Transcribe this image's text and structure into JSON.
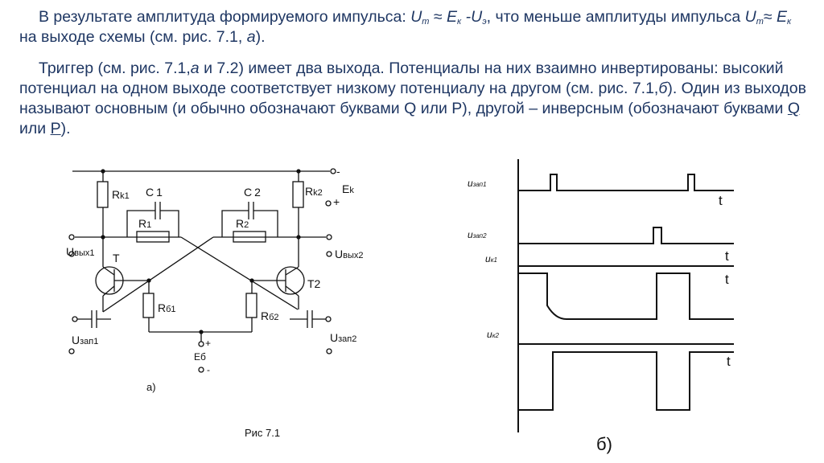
{
  "text": {
    "p1_part1": "В результате амплитуда формируемого импульса: ",
    "p1_Um": "U",
    "p1_m": "m",
    "p1_approx1": " ≈ ",
    "p1_Ek": "E",
    "p1_k": "к",
    "p1_minus": " -U",
    "p1_e": "э",
    "p1_part2": ", что меньше амплитуды импульса ",
    "p1_Um2": "U",
    "p1_m2": "m",
    "p1_approx2": "≈ ",
    "p1_Ek2": "E",
    "p1_k2": "к",
    "p1_part3": " на выходе схемы (см. рис. 7.1, ",
    "p1_a": "а",
    "p1_part4": ").",
    "p2_part1": "Триггер (см. рис. 7.1,",
    "p2_a": "а",
    "p2_part2": " и 7.2) имеет два выхода. Потенциалы на них взаимно инвертированы: высокий потенциал на одном выходе соответствует низкому потенциалу на другом (см. рис. 7.1,",
    "p2_b": "б",
    "p2_part3": "). Один из выходов называют основным (и обычно обозначают буквами Q или P), другой – инверсным (обозначают буквами ",
    "p2_Q": "Q",
    "p2_or": " или ",
    "p2_P": "P",
    "p2_part4": ")."
  },
  "circuit": {
    "Rk1": "R",
    "Rk1_sub": "k1",
    "C1": "C",
    "C1_sub": "1",
    "R1": "R",
    "R1_sub": "1",
    "C2": "C",
    "C2_sub": "2",
    "R2": "R",
    "R2_sub": "2",
    "Rk2": "R",
    "Rk2_sub": "k2",
    "Ek": "E",
    "Ek_sub": "k",
    "minus_top": "-",
    "plus_ek": "+",
    "Uvyx1": "U",
    "Uvyx1_sub": "вых1",
    "Uvyx2": "U",
    "Uvyx2_sub": "вых2",
    "T1": "T",
    "T2": "T2",
    "Rb1": "R",
    "Rb1_sub": "б1",
    "Rb2": "R",
    "Rb2_sub": "б2",
    "Uzap1": "U",
    "Uzap1_sub": "зап1",
    "Uzap2": "U",
    "Uzap2_sub": "зап2",
    "Eb": "Еб",
    "plus_eb": "+",
    "minus_eb": "-",
    "label_a": "а)",
    "caption": "Рис 7.1"
  },
  "timing": {
    "u_zap1": "u",
    "u_zap1_sub": "зап1",
    "u_zap2": "u",
    "u_zap2_sub": "зап2",
    "u_k1": "u",
    "u_k1_sub": "к1",
    "u_k2": "u",
    "u_k2_sub": "к2",
    "t1": "t",
    "t2": "t",
    "t3": "t",
    "t4": "t",
    "label_b": "б)"
  }
}
